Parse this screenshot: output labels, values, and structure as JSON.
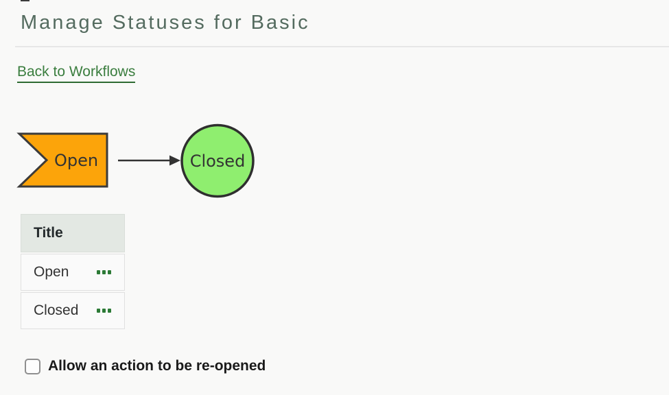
{
  "page": {
    "title": "Manage Statuses for Basic",
    "back_link_label": "Back to Workflows"
  },
  "diagram": {
    "nodes": [
      {
        "label": "Open",
        "shape": "flag",
        "fill": "#FCA40A"
      },
      {
        "label": "Closed",
        "shape": "circle",
        "fill": "#8FEE6F"
      }
    ],
    "edges": [
      {
        "from": "Open",
        "to": "Closed"
      }
    ]
  },
  "statuses_table": {
    "header": "Title",
    "rows": [
      {
        "title": "Open",
        "menu_icon": "ellipsis-icon"
      },
      {
        "title": "Closed",
        "menu_icon": "ellipsis-icon"
      }
    ]
  },
  "options": {
    "reopen_checkbox_label": "Allow an action to be re-opened",
    "reopen_checkbox_checked": false
  },
  "colors": {
    "heading_text": "#546b5f",
    "link_green": "#3a7d3e",
    "node_open_fill": "#FCA40A",
    "node_outline": "#3b3b3b",
    "node_closed_fill": "#8FEE6F",
    "table_header_bg": "#e3e8e3",
    "ellipsis_green": "#2c7a36",
    "page_bg": "#f9f9f8"
  }
}
